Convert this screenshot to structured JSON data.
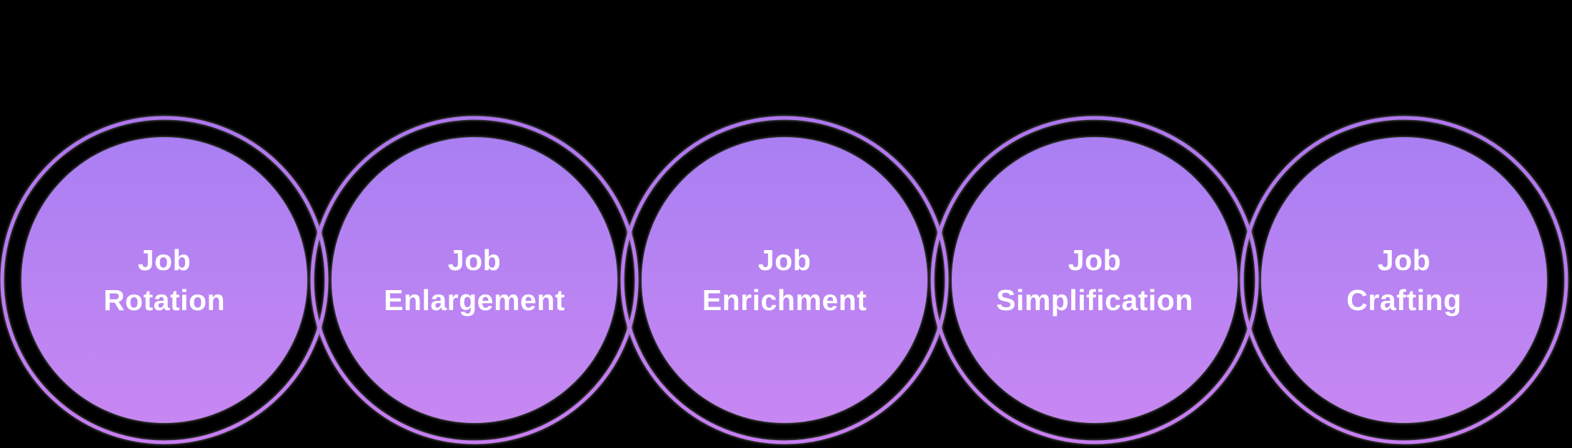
{
  "diagram": {
    "description_visible_text_only": "",
    "circles": [
      {
        "line1": "Job",
        "line2": "Rotation"
      },
      {
        "line1": "Job",
        "line2": "Enlargement"
      },
      {
        "line1": "Job",
        "line2": "Enrichment"
      },
      {
        "line1": "Job",
        "line2": "Simplification"
      },
      {
        "line1": "Job",
        "line2": "Crafting"
      }
    ],
    "colors": {
      "background": "#000000",
      "fill_gradient_top": "#a97ff2",
      "fill_gradient_bottom": "#c787f2",
      "ring_gradient_top": "#ae76f0",
      "ring_gradient_bottom": "#c87df2",
      "edge_halo": "#8c8c8c",
      "text": "#ffffff"
    }
  }
}
